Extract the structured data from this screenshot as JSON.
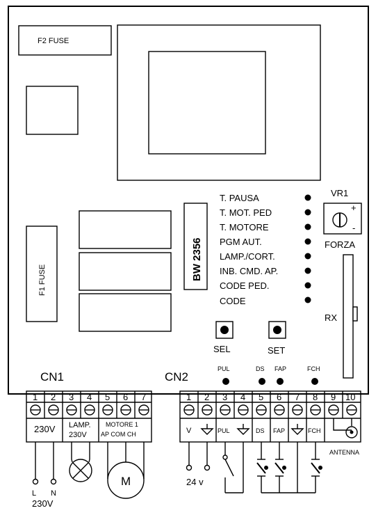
{
  "board": {
    "f2_fuse": "F2  FUSE",
    "f1_fuse": "F1 FUSE",
    "model": "BW 2356",
    "trimmer_name": "VR1",
    "trimmer_plus": "+",
    "trimmer_minus": "-",
    "trimmer_label": "FORZA",
    "rx_label": "RX"
  },
  "dip_labels": [
    "T. PAUSA",
    "T. MOT. PED",
    "T. MOTORE",
    "PGM AUT.",
    "LAMP./CORT.",
    "INB. CMD. AP.",
    "CODE PED.",
    "CODE"
  ],
  "buttons": {
    "sel": "SEL",
    "set": "SET"
  },
  "leds": [
    "PUL",
    "DS",
    "FAP",
    "FCH"
  ],
  "cn1": {
    "title": "CN1",
    "terminals": [
      "1",
      "2",
      "3",
      "4",
      "5",
      "6",
      "7"
    ],
    "group_230v": "230V",
    "group_lamp_1": "LAMP.",
    "group_lamp_2": "230V",
    "group_motor_1": "MOTORE 1",
    "group_motor_2": "AP COM CH"
  },
  "cn2": {
    "title": "CN2",
    "terminals": [
      "1",
      "2",
      "3",
      "4",
      "5",
      "6",
      "7",
      "8",
      "9",
      "10"
    ],
    "v_label": "V",
    "pul_label": "PUL",
    "ds_label": "DS",
    "fap_label": "FAP",
    "fch_label": "FCH"
  },
  "external": {
    "l_label": "L",
    "n_label": "N",
    "mains_label": "230V",
    "motor_label": "M",
    "dc_label": "24 v",
    "antenna_label": "ANTENNA"
  }
}
